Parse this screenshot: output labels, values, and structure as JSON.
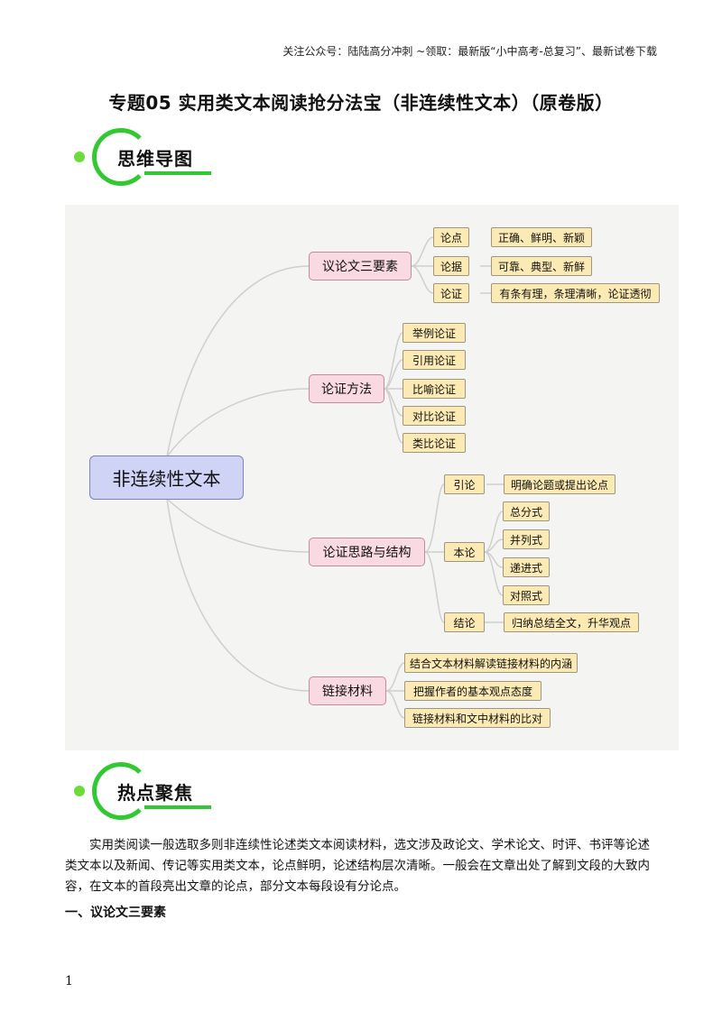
{
  "header_note": "关注公众号：陆陆高分冲刺  ~领取：最新版“小中高考-总复习”、最新试卷下载",
  "title": "专题05   实用类文本阅读抢分法宝（非连续性文本）（原卷版）",
  "section1": {
    "label": "思维导图"
  },
  "mindmap": {
    "root": "非连续性文本",
    "b1": {
      "label": "议论文三要素",
      "items": [
        {
          "k": "论点",
          "v": "正确、鲜明、新颖"
        },
        {
          "k": "论据",
          "v": "可靠、典型、新鲜"
        },
        {
          "k": "论证",
          "v": "有条有理，条理清晰，论证透彻"
        }
      ]
    },
    "b2": {
      "label": "论证方法",
      "items": [
        "举例论证",
        "引用论证",
        "比喻论证",
        "对比论证",
        "类比论证"
      ]
    },
    "b3": {
      "label": "论证思路与结构",
      "yinlun": {
        "k": "引论",
        "v": "明确论题或提出论点"
      },
      "benlun": {
        "k": "本论",
        "items": [
          "总分式",
          "并列式",
          "递进式",
          "对照式"
        ]
      },
      "jielun": {
        "k": "结论",
        "v": "归纳总结全文，升华观点"
      }
    },
    "b4": {
      "label": "链接材料",
      "items": [
        "结合文本材料解读链接材料的内涵",
        "把握作者的基本观点态度",
        "链接材料和文中材料的比对"
      ]
    }
  },
  "section2": {
    "label": "热点聚焦"
  },
  "paragraph": "实用类阅读一般选取多则非连续性论述类文本阅读材料，选文涉及政论文、学术论文、时评、书评等论述类文本以及新闻、传记等实用类文本，论点鲜明，论述结构层次清晰。一般会在文章出处了解到文段的大致内容，在文本的首段亮出文章的论点，部分文本每段设有分论点。",
  "subheading": "一、议论文三要素",
  "page_number": "1"
}
